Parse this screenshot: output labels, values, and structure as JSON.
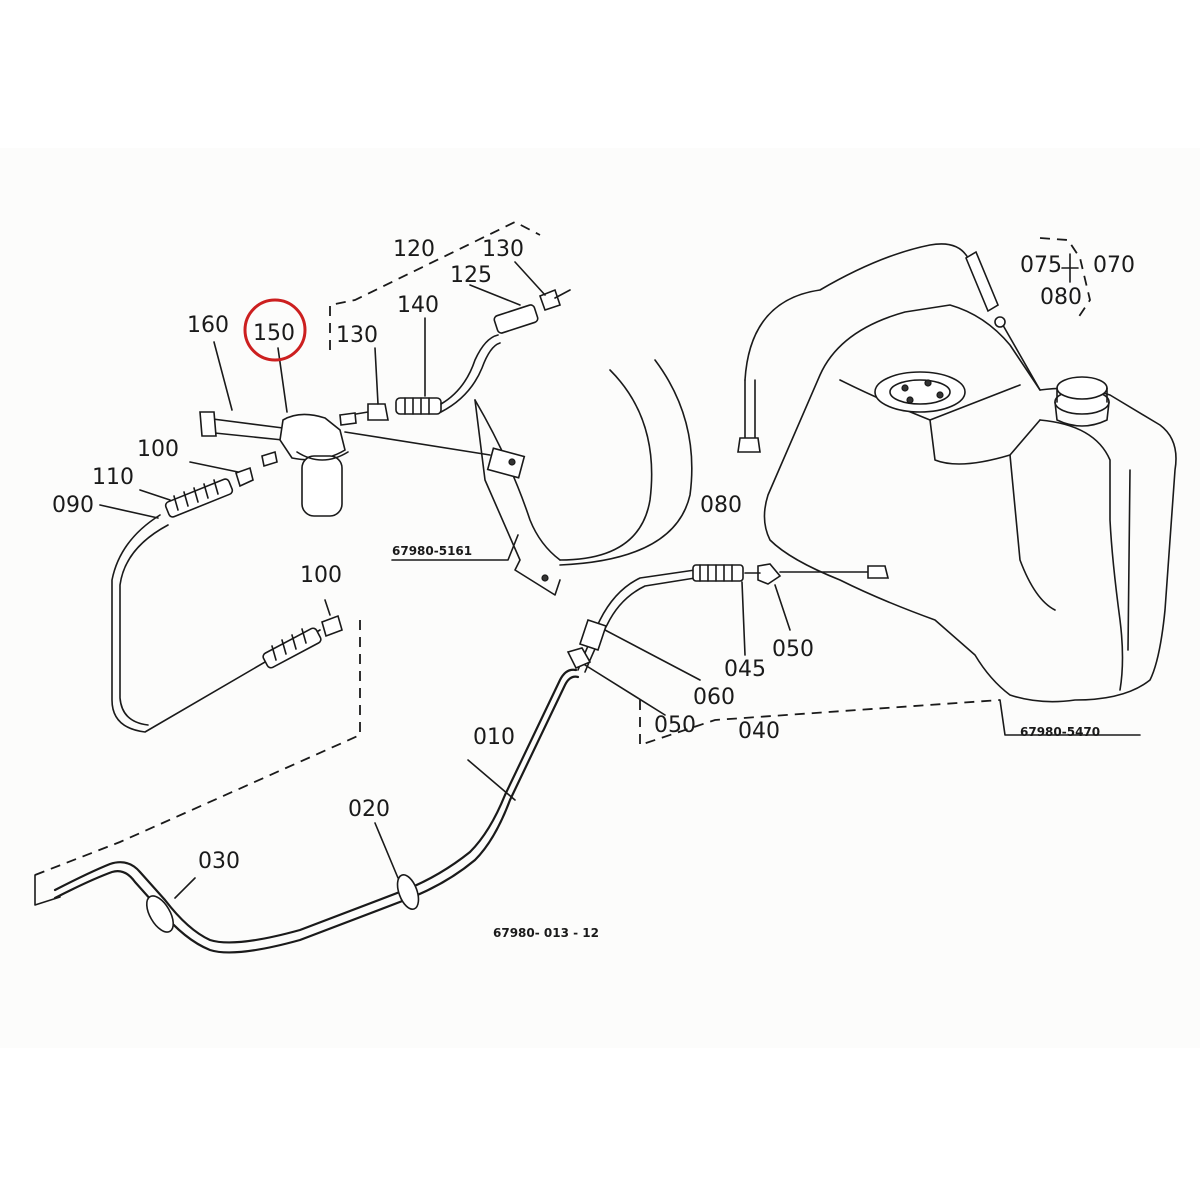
{
  "diagram": {
    "highlight_color": "#cc1f1f",
    "labels": {
      "p010": "010",
      "p020": "020",
      "p030": "030",
      "p040": "040",
      "p045": "045",
      "p050a": "050",
      "p050b": "050",
      "p060": "060",
      "p070": "070",
      "p075": "075",
      "p080a": "080",
      "p080b": "080",
      "p090": "090",
      "p100a": "100",
      "p100b": "100",
      "p110": "110",
      "p120": "120",
      "p125": "125",
      "p130a": "130",
      "p130b": "130",
      "p140": "140",
      "p150": "150",
      "p160": "160"
    },
    "refs": {
      "bracket": "67980-5161",
      "tank": "67980-5470",
      "figure": "67980- 013 - 12"
    }
  }
}
